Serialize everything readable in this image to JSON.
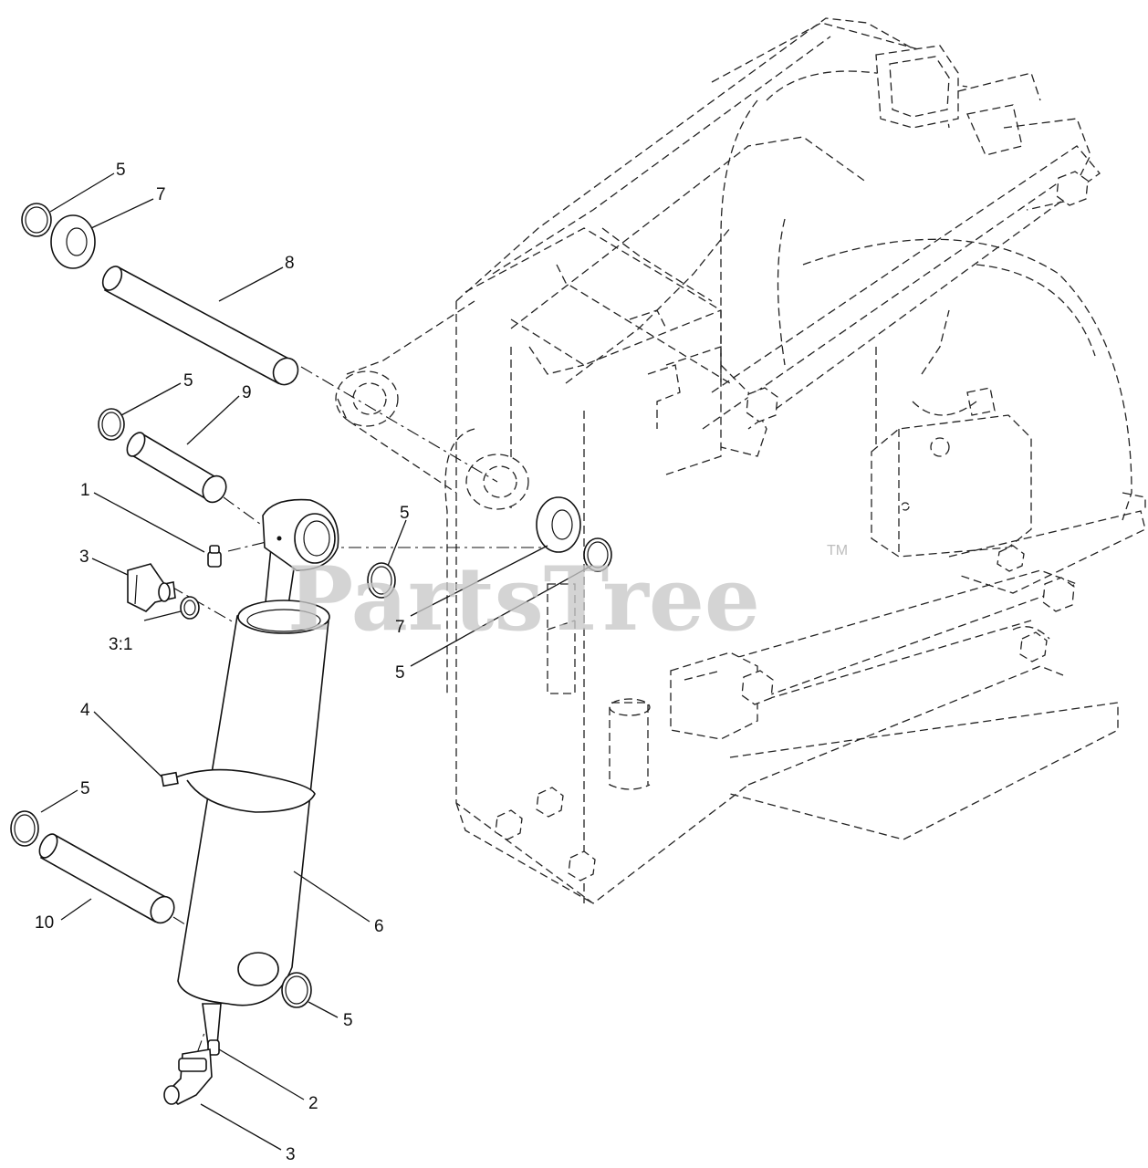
{
  "watermark": {
    "text": "PartsTree",
    "mark": "TM"
  },
  "callouts": [
    {
      "id": "c1",
      "text": "5"
    },
    {
      "id": "c2",
      "text": "7"
    },
    {
      "id": "c3",
      "text": "8"
    },
    {
      "id": "c4",
      "text": "5"
    },
    {
      "id": "c5",
      "text": "9"
    },
    {
      "id": "c6",
      "text": "1"
    },
    {
      "id": "c7",
      "text": "3"
    },
    {
      "id": "c8",
      "text": "3:1"
    },
    {
      "id": "c9",
      "text": "5"
    },
    {
      "id": "c10",
      "text": "7"
    },
    {
      "id": "c11",
      "text": "5"
    },
    {
      "id": "c12",
      "text": "4"
    },
    {
      "id": "c13",
      "text": "5"
    },
    {
      "id": "c14",
      "text": "10"
    },
    {
      "id": "c15",
      "text": "6"
    },
    {
      "id": "c16",
      "text": "5"
    },
    {
      "id": "c17",
      "text": "2"
    },
    {
      "id": "c18",
      "text": "3"
    }
  ]
}
